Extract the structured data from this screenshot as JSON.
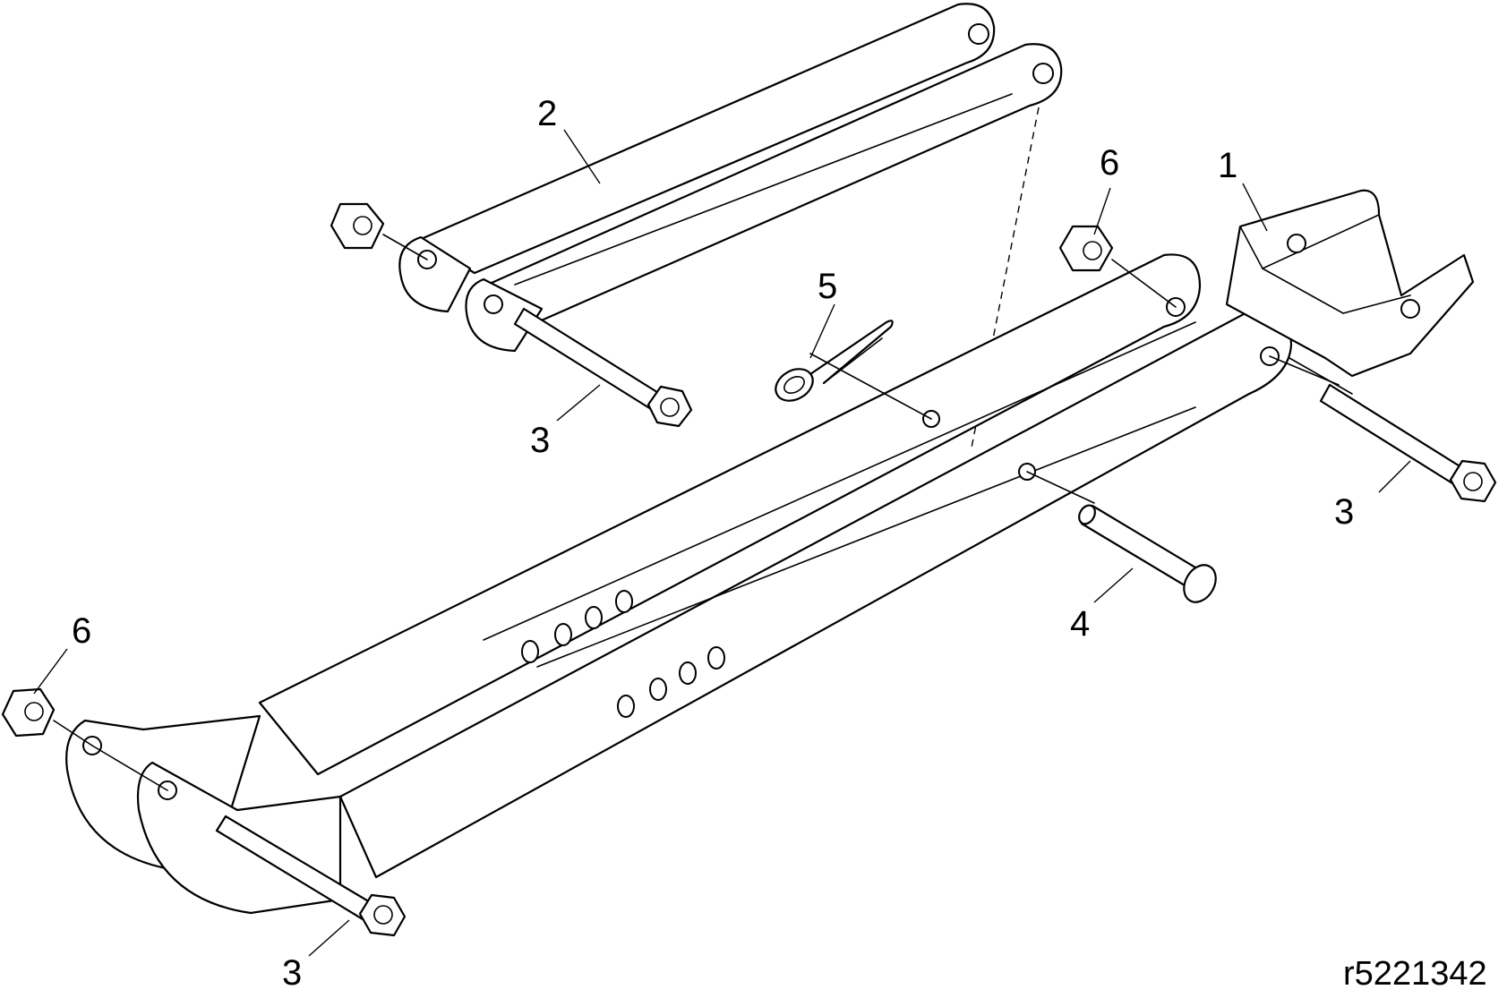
{
  "diagram": {
    "figure_id": "r5221342",
    "callouts": {
      "c1": "1",
      "c2": "2",
      "c3a": "3",
      "c3b": "3",
      "c3c": "3",
      "c4": "4",
      "c5": "5",
      "c6a": "6",
      "c6b": "6"
    }
  }
}
